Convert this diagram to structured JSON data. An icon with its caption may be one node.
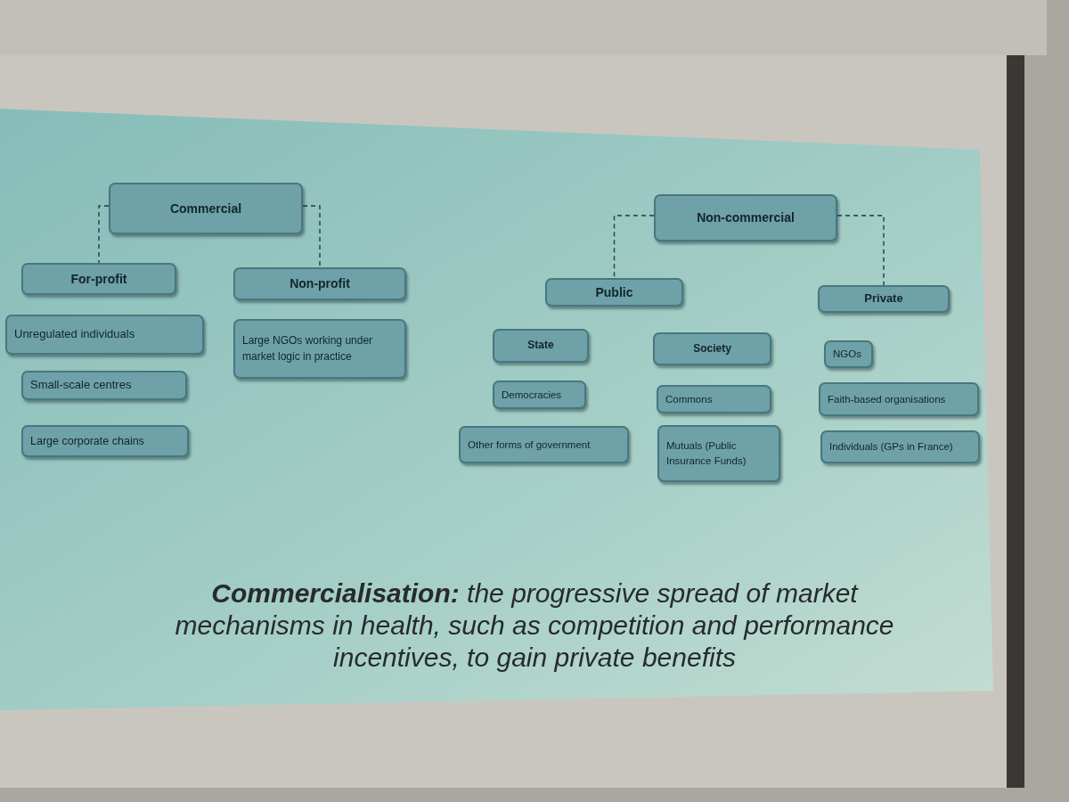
{
  "diagram": {
    "caption": "**Commercialisation:** the progressive spread of market mechanisms in health, such as competition and performance incentives, to gain private benefits",
    "nodes": [
      {
        "text": [
          "Commercial"
        ]
      },
      {
        "text": [
          "For-profit"
        ]
      },
      {
        "text": [
          "Non-profit"
        ]
      },
      {
        "text": [
          "Unregulated individuals"
        ]
      },
      {
        "text": [
          "Small-scale centres"
        ]
      },
      {
        "text": [
          "Large corporate chains"
        ]
      },
      {
        "text": [
          "Large NGOs working under market logic in practice"
        ]
      },
      {
        "text": [
          "Non-commercial"
        ]
      },
      {
        "text": [
          "Public"
        ]
      },
      {
        "text": [
          "Private"
        ]
      },
      {
        "text": [
          "State"
        ]
      },
      {
        "text": [
          "Society"
        ]
      },
      {
        "text": [
          "NGOs"
        ]
      },
      {
        "text": [
          "Democracies"
        ]
      },
      {
        "text": [
          "Commons"
        ]
      },
      {
        "text": [
          "Faith-based organisations"
        ]
      },
      {
        "text": [
          "Other forms of government"
        ]
      },
      {
        "text": [
          "Mutuals (Public Insurance Funds)"
        ]
      },
      {
        "text": [
          "Individuals (GPs in France)"
        ]
      }
    ],
    "edges": [
      {
        "from": 0,
        "to": 1,
        "arrow": "none",
        "style": "dashed"
      },
      {
        "from": 0,
        "to": 2,
        "arrow": "none",
        "style": "dashed"
      },
      {
        "from": 7,
        "to": 8,
        "arrow": "none",
        "style": "dashed"
      },
      {
        "from": 7,
        "to": 9,
        "arrow": "none",
        "style": "dashed"
      }
    ]
  }
}
